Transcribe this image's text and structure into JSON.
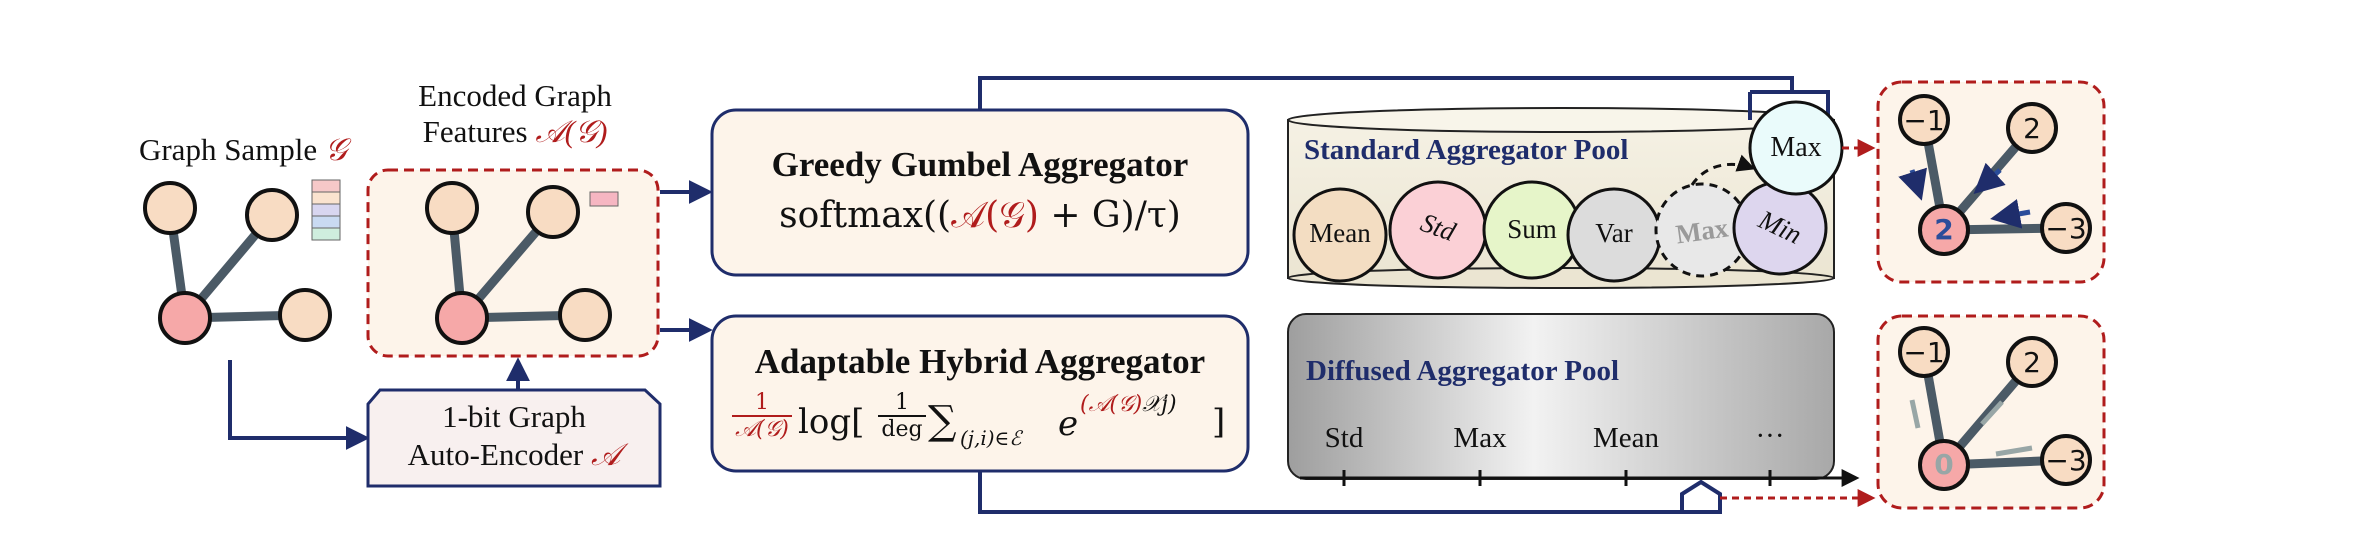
{
  "graph_sample": {
    "label": "Graph Sample",
    "symbol": "𝒢"
  },
  "encoded": {
    "line1": "Encoded Graph",
    "line2": "Features",
    "symbol": "𝒜(𝒢)"
  },
  "autoencoder": {
    "line1": "1-bit Graph",
    "line2": "Auto-Encoder",
    "symbol": "𝒜"
  },
  "greedy": {
    "title": "Greedy Gumbel Aggregator",
    "formula_pre": "softmax((",
    "formula_red": "𝒜(𝒢)",
    "formula_post": " + G)/τ)"
  },
  "hybrid": {
    "title": "Adaptable Hybrid Aggregator",
    "frac_num": "1",
    "frac_den": "𝒜(𝒢)",
    "log": "log[",
    "inner_num": "1",
    "inner_den": "deg",
    "sum": "∑",
    "sum_sub": "(j,i)∈ℰ",
    "exp_base": "e",
    "exp_red": "(𝒜(𝒢)",
    "exp_post": "𝒳j)",
    "close": "]"
  },
  "standard_pool": {
    "title": "Standard Aggregator Pool",
    "items": [
      "Mean",
      "Std",
      "Sum",
      "Var",
      "Max",
      "Min"
    ],
    "top_item": "Max"
  },
  "diffused_pool": {
    "title": "Diffused Aggregator Pool",
    "items": [
      "Std",
      "Max",
      "Mean",
      "···"
    ]
  },
  "result_top": {
    "nodes": [
      "−1",
      "2",
      "2",
      "−3"
    ]
  },
  "result_bottom": {
    "nodes": [
      "−1",
      "2",
      "0",
      "−3"
    ]
  },
  "colors": {
    "navy": "#1f2d6b",
    "dashed_red": "#b01c1c",
    "node_fill": "#f8dcc3",
    "center_node": "#f6a8a8",
    "panel_fill": "#fdf4ea"
  }
}
